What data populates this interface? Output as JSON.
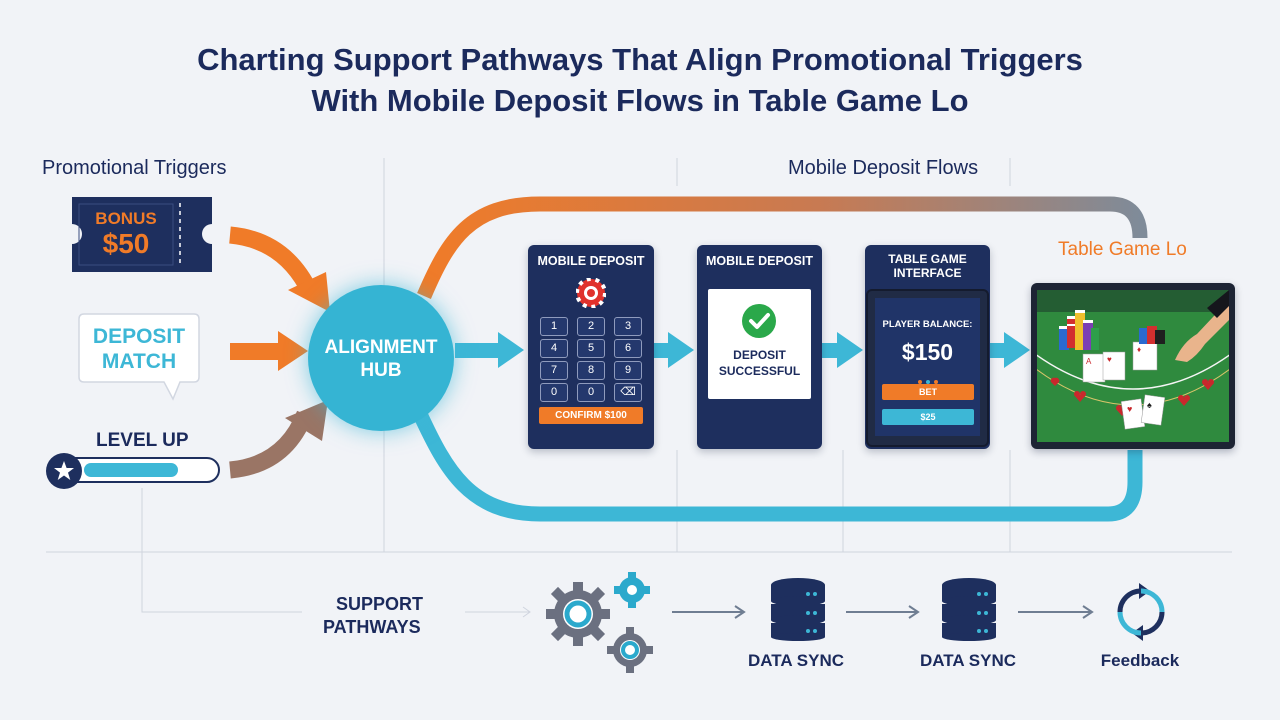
{
  "title": {
    "line1": "Charting Support Pathways That Align Promotional Triggers",
    "line2": "With Mobile Deposit Flows in Table Game Lo"
  },
  "sections": {
    "promotional_triggers": "Promotional Triggers",
    "mobile_deposit_flows": "Mobile Deposit Flows"
  },
  "triggers": {
    "bonus_label": "BONUS",
    "bonus_amount": "$50",
    "deposit_match_line1": "DEPOSIT",
    "deposit_match_line2": "MATCH",
    "level_up": "LEVEL UP",
    "level_progress": 0.72
  },
  "hub": {
    "line1": "ALIGNMENT",
    "line2": "HUB"
  },
  "panels": {
    "deposit_entry": {
      "title": "MOBILE DEPOSIT",
      "keys": [
        "1",
        "2",
        "3",
        "4",
        "5",
        "6",
        "7",
        "8",
        "9",
        "0",
        "0",
        "⌫"
      ],
      "confirm": "CONFIRM $100"
    },
    "deposit_success": {
      "title": "MOBILE DEPOSIT",
      "status_line1": "DEPOSIT",
      "status_line2": "SUCCESSFUL"
    },
    "table_interface": {
      "title_line1": "TABLE GAME",
      "title_line2": "INTERFACE",
      "balance_label": "PLAYER BALANCE:",
      "balance_value": "$150",
      "bet_label": "BET",
      "bet_amount": "$25"
    }
  },
  "table_game": {
    "label": "Table Game Lo"
  },
  "support": {
    "label_line1": "SUPPORT",
    "label_line2": "PATHWAYS",
    "steps": [
      "DATA SYNC",
      "DATA SYNC",
      "Feedback"
    ]
  },
  "colors": {
    "navy": "#1b2a5c",
    "panel_navy": "#1e2f5e",
    "orange": "#f07b28",
    "cyan": "#3db7d6",
    "brown": "#9a7565",
    "table_green": "#2f8a3e"
  }
}
